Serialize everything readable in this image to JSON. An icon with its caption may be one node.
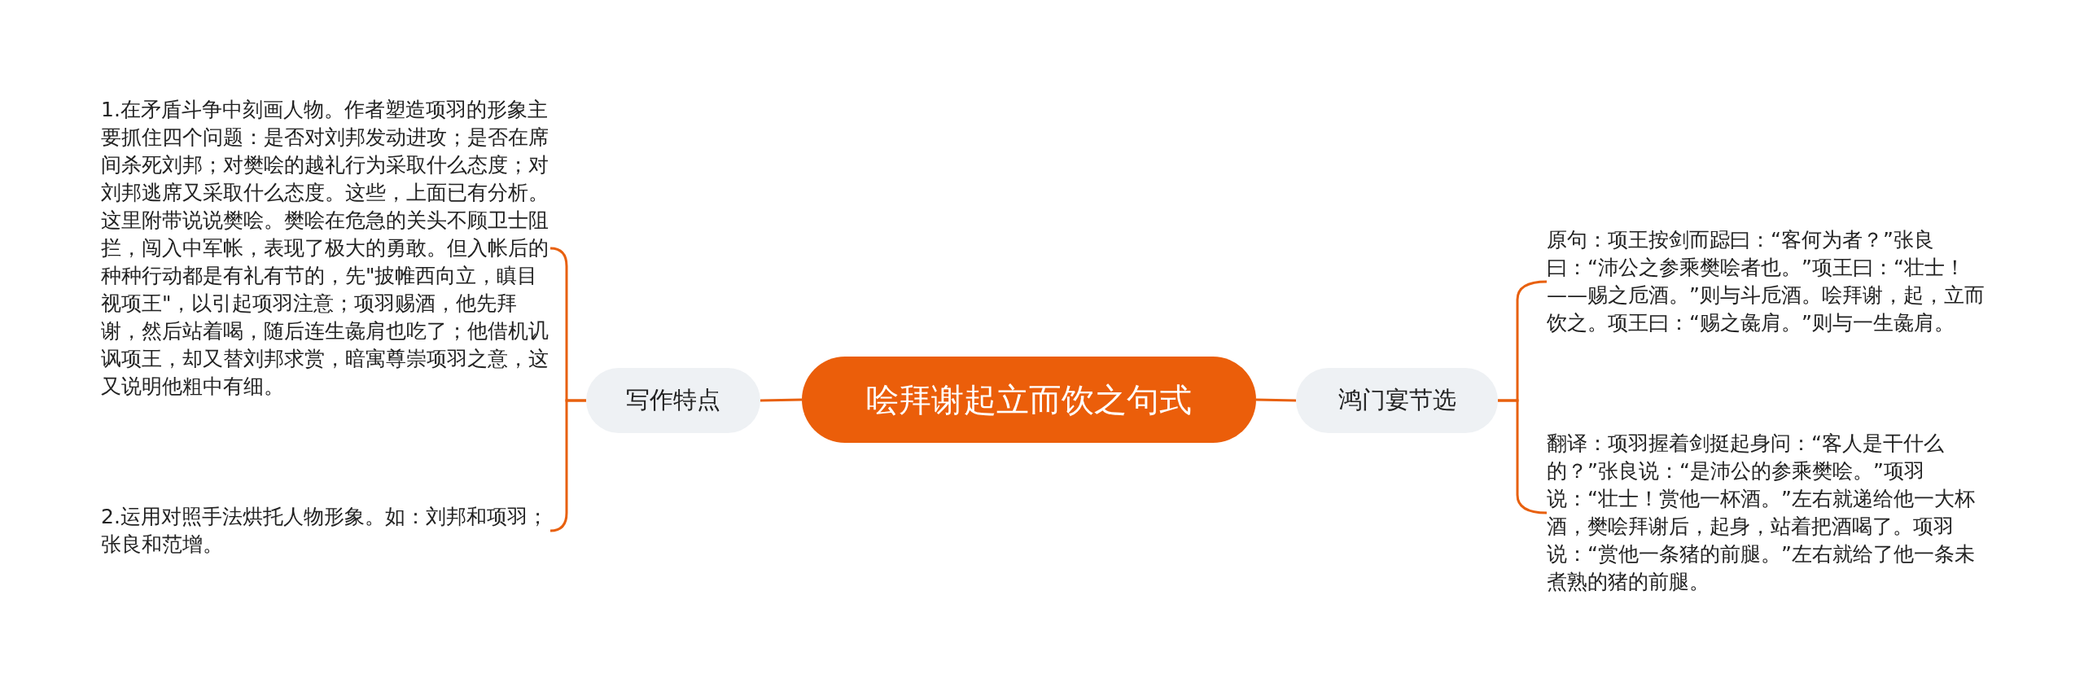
{
  "diagram": {
    "nodes": [
      {
        "text": [
          "哙拜谢起立而饮之句式"
        ]
      },
      {
        "text": [
          "写作特点"
        ]
      },
      {
        "text": [
          "1.在矛盾斗争中刻画人物。作者塑造项羽的形象主要抓住四个问题：是否对刘邦发动进攻；是否在席间杀死刘邦；对樊哙的越礼行为采取什么态度；对刘邦逃席又采取什么态度。这些，上面已有分析。这里附带说说樊哙。樊哙在危急的关头不顾卫士阻拦，闯入中军帐，表现了极大的勇敢。但入帐后的种种行动都是有礼有节的，先\"披帷西向立，瞋目视项王\"，以引起项羽注意；项羽赐酒，他先拜谢，然后站着喝，随后连生彘肩也吃了；他借机讥讽项王，却又替刘邦求赏，暗寓尊崇项羽之意，这又说明他粗中有细。"
        ]
      },
      {
        "text": [
          "2.运用对照手法烘托人物形象。如：刘邦和项羽；张良和范增。"
        ]
      },
      {
        "text": [
          "鸿门宴节选"
        ]
      },
      {
        "text": [
          "原句：项王按剑而跽曰：“客何为者？”张良曰：“沛公之参乘樊哙者也。”项王曰：“壮士！——赐之卮酒。”则与斗卮酒。哙拜谢，起，立而饮之。项王曰：“赐之彘肩。”则与一生彘肩。"
        ]
      },
      {
        "text": [
          "翻译：项羽握着剑挺起身问：“客人是干什么的？”张良说：“是沛公的参乘樊哙。”项羽说：“壮士！赏他一杯酒。”左右就递给他一大杯酒，樊哙拜谢后，起身，站着把酒喝了。项羽说：“赏他一条猪的前腿。”左右就给了他一条未煮熟的猪的前腿。"
        ]
      }
    ],
    "edges": [
      {
        "from": 0,
        "to": 1,
        "arrow": "none"
      },
      {
        "from": 1,
        "to": 2,
        "arrow": "none"
      },
      {
        "from": 1,
        "to": 3,
        "arrow": "none"
      },
      {
        "from": 0,
        "to": 4,
        "arrow": "none"
      },
      {
        "from": 4,
        "to": 5,
        "arrow": "none"
      },
      {
        "from": 4,
        "to": 6,
        "arrow": "none"
      }
    ]
  }
}
